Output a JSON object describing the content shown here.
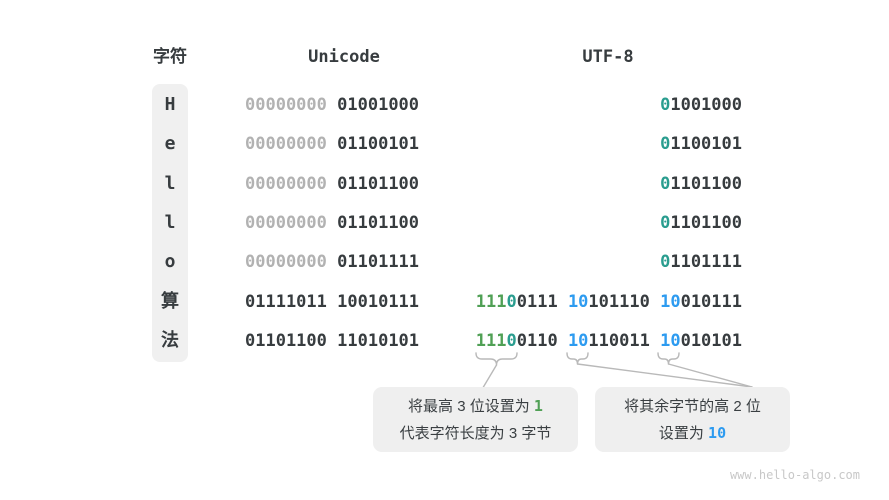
{
  "headers": {
    "char": "字符",
    "unicode": "Unicode",
    "utf8": "UTF-8"
  },
  "rows": [
    {
      "char": "H",
      "unicode": {
        "high": "00000000",
        "low": "01001000"
      },
      "utf8": {
        "lead": "0",
        "rest": "1001000"
      }
    },
    {
      "char": "e",
      "unicode": {
        "high": "00000000",
        "low": "01100101"
      },
      "utf8": {
        "lead": "0",
        "rest": "1100101"
      }
    },
    {
      "char": "l",
      "unicode": {
        "high": "00000000",
        "low": "01101100"
      },
      "utf8": {
        "lead": "0",
        "rest": "1101100"
      }
    },
    {
      "char": "l",
      "unicode": {
        "high": "00000000",
        "low": "01101100"
      },
      "utf8": {
        "lead": "0",
        "rest": "1101100"
      }
    },
    {
      "char": "o",
      "unicode": {
        "high": "00000000",
        "low": "01101111"
      },
      "utf8": {
        "lead": "0",
        "rest": "1101111"
      }
    },
    {
      "char": "算",
      "unicode": {
        "high": "01111011",
        "low": "10010111"
      },
      "utf8": {
        "b1_ones": "111",
        "b1_zero": "0",
        "b1_rest": "0111",
        "b2_prefix": "10",
        "b2_rest": "101110",
        "b3_prefix": "10",
        "b3_rest": "010111"
      }
    },
    {
      "char": "法",
      "unicode": {
        "high": "01101100",
        "low": "11010101"
      },
      "utf8": {
        "b1_ones": "111",
        "b1_zero": "0",
        "b1_rest": "0110",
        "b2_prefix": "10",
        "b2_rest": "110011",
        "b3_prefix": "10",
        "b3_rest": "010101"
      }
    }
  ],
  "annotations": {
    "left": {
      "line1_pre": "将最高 3 位设置为 ",
      "line1_num": "1",
      "line2": "代表字符长度为 3 字节"
    },
    "right": {
      "line1": "将其余字节的高 2 位",
      "line2_pre": "设置为 ",
      "line2_num": "10"
    }
  },
  "colors": {
    "green_one_bits": "#50a055",
    "teal_zero_bit": "#2a9d8f",
    "blue_continuation_bits": "#2d9bf0",
    "dark_text": "#373c3f",
    "dim_zeros": "#b2b2b2"
  },
  "watermark": "www.hello-algo.com"
}
